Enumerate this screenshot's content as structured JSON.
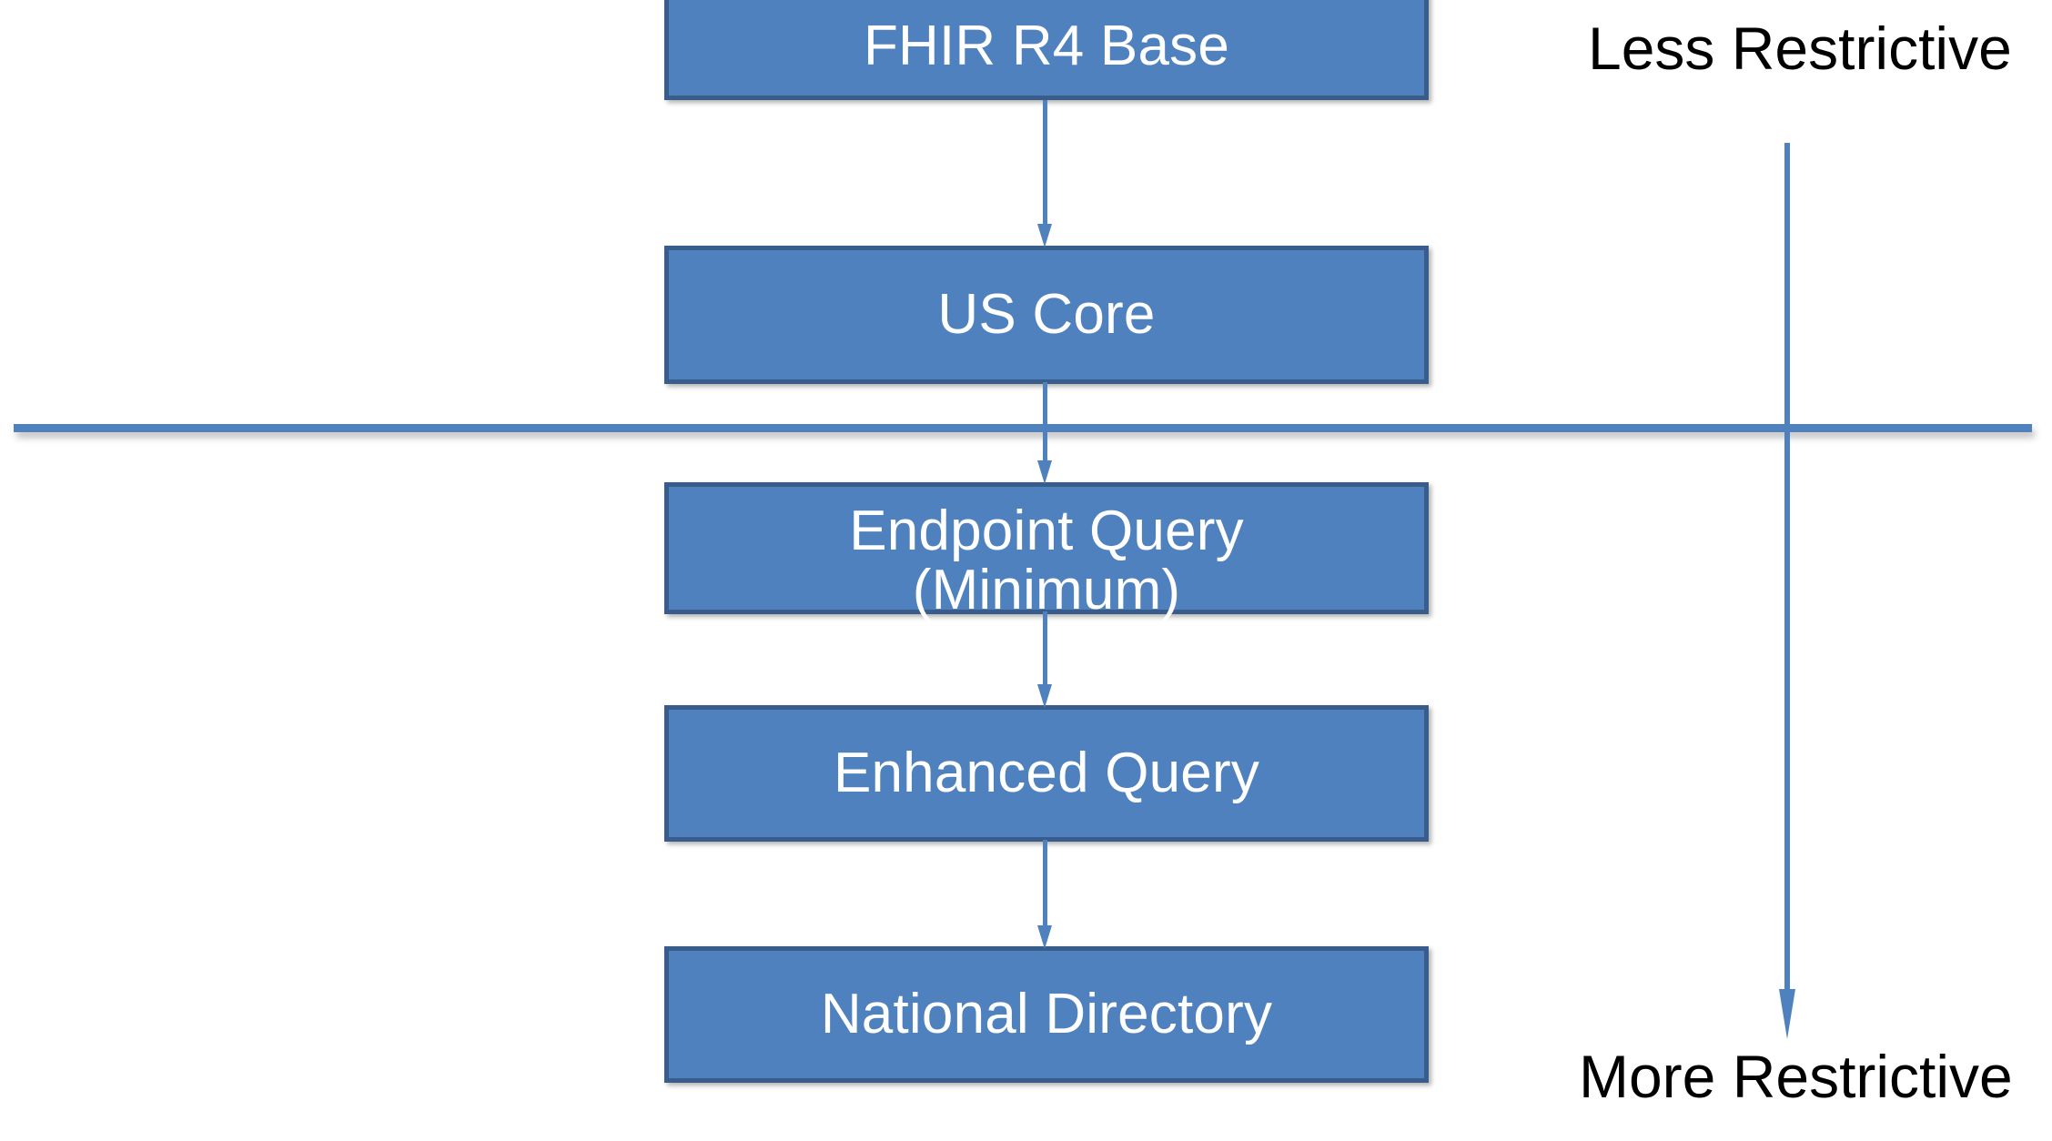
{
  "diagram": {
    "title": "FHIR Implementation Guide Restrictiveness Hierarchy",
    "colors": {
      "node_fill": "#4E81BE",
      "node_border": "#385D8A",
      "node_text": "#FFFFFF",
      "connector": "#4E81BE",
      "divider": "#4E81BE",
      "axis_label_text": "#000000",
      "background": "#FFFFFF"
    },
    "nodes": [
      {
        "id": "fhir-r4-base",
        "label": "FHIR R4 Base"
      },
      {
        "id": "us-core",
        "label": "US Core"
      },
      {
        "id": "endpoint-query",
        "label": "Endpoint Query\n(Minimum)"
      },
      {
        "id": "enhanced-query",
        "label": "Enhanced Query"
      },
      {
        "id": "national-directory",
        "label": "National Directory"
      }
    ],
    "connectors": [
      {
        "id": "c1",
        "from": "fhir-r4-base",
        "to": "us-core"
      },
      {
        "id": "c2",
        "from": "us-core",
        "to": "endpoint-query"
      },
      {
        "id": "c3",
        "from": "endpoint-query",
        "to": "enhanced-query"
      },
      {
        "id": "c4",
        "from": "enhanced-query",
        "to": "national-directory"
      }
    ],
    "axis": {
      "top_label": "Less Restrictive",
      "bottom_label": "More Restrictive",
      "direction": "downward"
    },
    "divider": {
      "orientation": "horizontal",
      "position_between": [
        "us-core",
        "endpoint-query"
      ]
    }
  }
}
